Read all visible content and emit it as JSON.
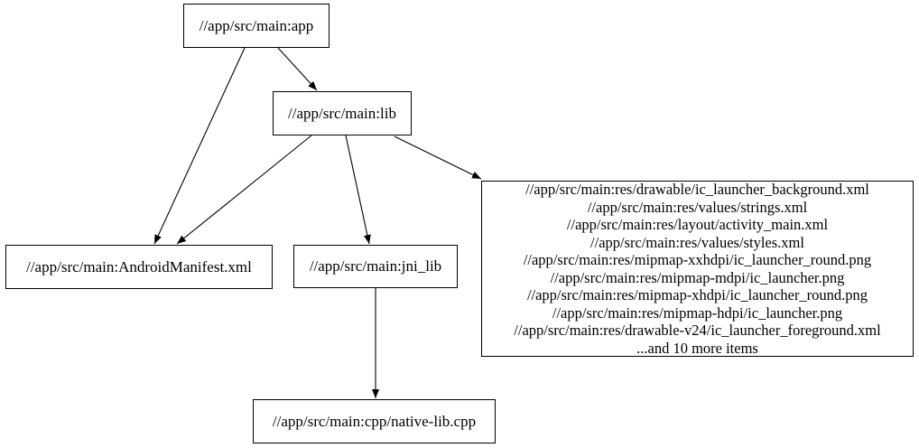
{
  "graph": {
    "nodes": {
      "app": {
        "label": "//app/src/main:app"
      },
      "lib": {
        "label": "//app/src/main:lib"
      },
      "android_manifest": {
        "label": "//app/src/main:AndroidManifest.xml"
      },
      "jni_lib": {
        "label": "//app/src/main:jni_lib"
      },
      "native_lib_cpp": {
        "label": "//app/src/main:cpp/native-lib.cpp"
      },
      "resources": {
        "lines": [
          "//app/src/main:res/drawable/ic_launcher_background.xml",
          "//app/src/main:res/values/strings.xml",
          "//app/src/main:res/layout/activity_main.xml",
          "//app/src/main:res/values/styles.xml",
          "//app/src/main:res/mipmap-xxhdpi/ic_launcher_round.png",
          "//app/src/main:res/mipmap-mdpi/ic_launcher.png",
          "//app/src/main:res/mipmap-xhdpi/ic_launcher_round.png",
          "//app/src/main:res/mipmap-hdpi/ic_launcher.png",
          "//app/src/main:res/drawable-v24/ic_launcher_foreground.xml",
          "...and 10 more items"
        ]
      }
    },
    "edges": [
      {
        "from": "app",
        "to": "lib"
      },
      {
        "from": "app",
        "to": "android_manifest"
      },
      {
        "from": "lib",
        "to": "android_manifest"
      },
      {
        "from": "lib",
        "to": "jni_lib"
      },
      {
        "from": "lib",
        "to": "resources"
      },
      {
        "from": "jni_lib",
        "to": "native_lib_cpp"
      }
    ],
    "colors": {
      "node_border": "#000000",
      "node_fill": "#ffffff",
      "edge": "#000000",
      "background": "#ffffff",
      "text": "#000000"
    }
  }
}
